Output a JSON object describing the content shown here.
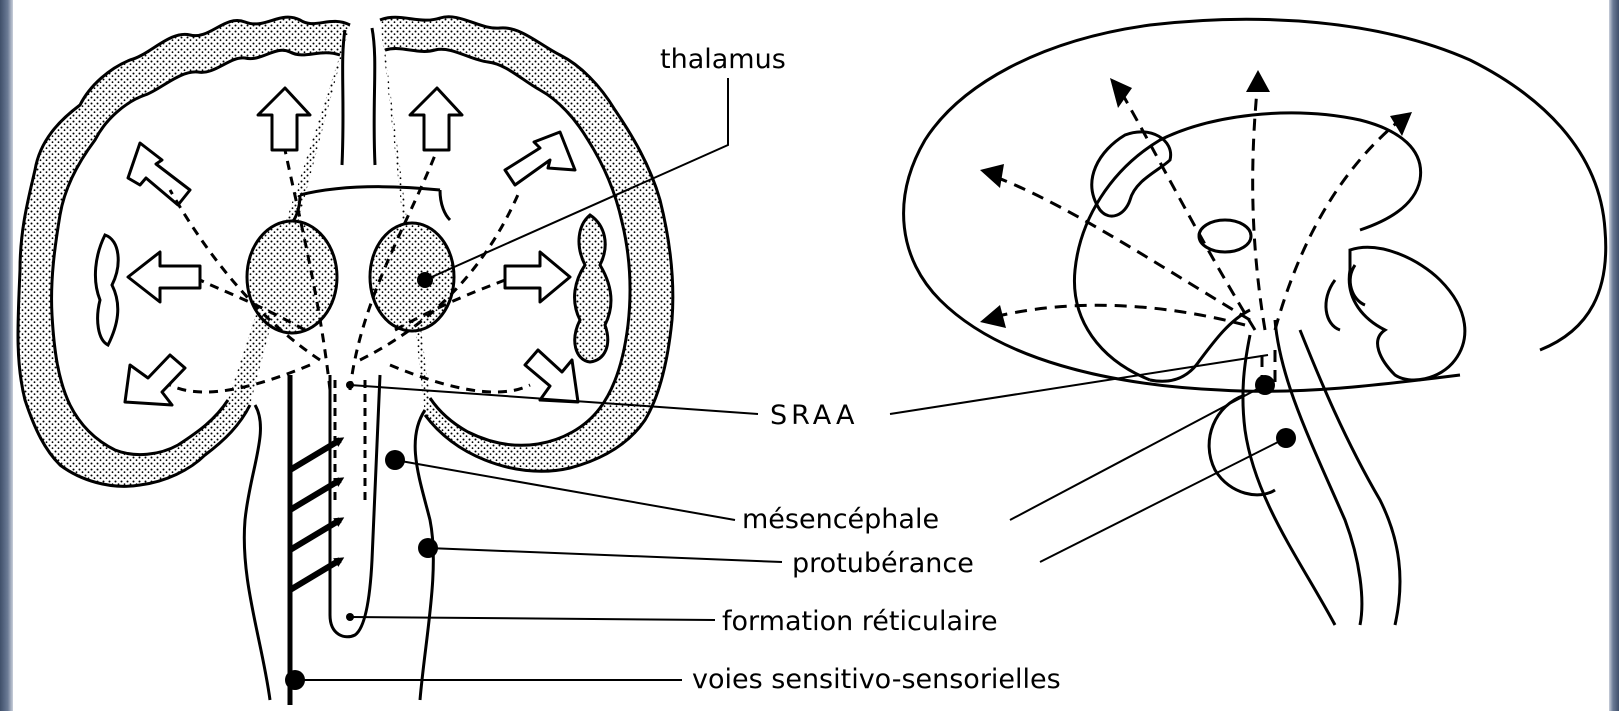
{
  "labels": {
    "thalamus": "thalamus",
    "sraa": "SRAA",
    "mesencephale": "mésencéphale",
    "protuberance": "protubérance",
    "formation_reticulaire": "formation réticulaire",
    "voies": "voies sensitivo-sensorielles"
  },
  "colors": {
    "ink": "#000000",
    "stipple": "#000000",
    "frame": "#56667f"
  }
}
